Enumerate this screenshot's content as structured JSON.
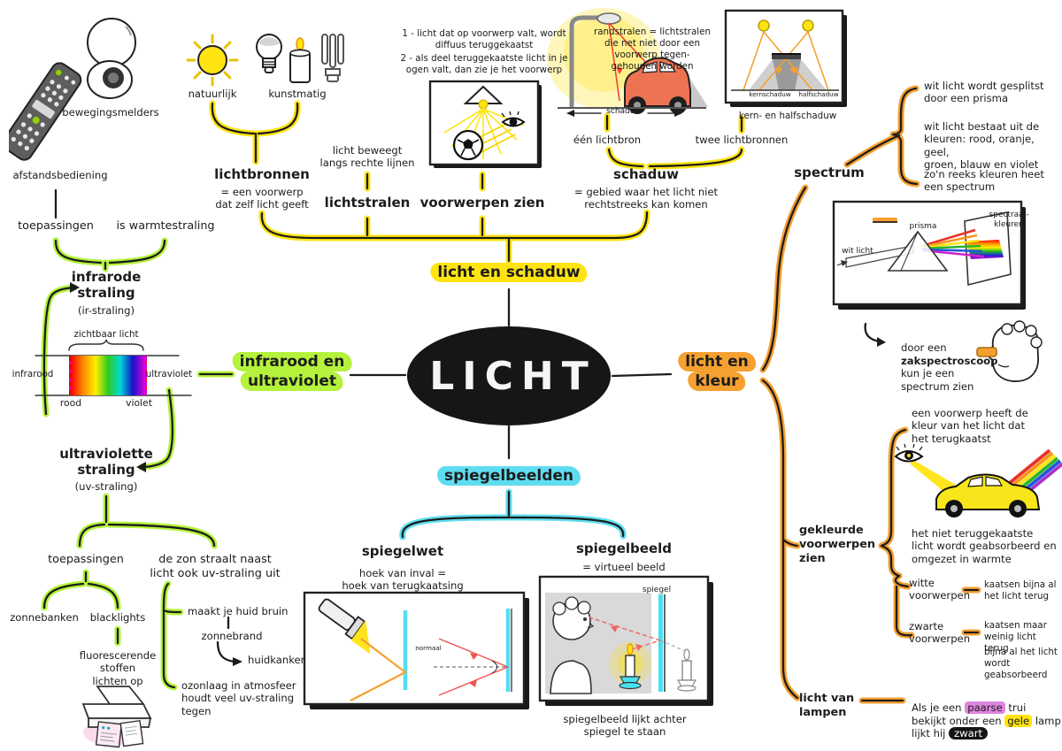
{
  "colors": {
    "yellow": "#FFE412",
    "green": "#B4F23C",
    "orange": "#F5A030",
    "cyan": "#5FDDF0",
    "purple": "#DD86DF",
    "car_orange": "#EE7352",
    "car_yellow": "#F7E619",
    "black": "#1C1C1C"
  },
  "center": {
    "title": "LICHT"
  },
  "branches": {
    "schaduw": {
      "label": "licht en schaduw"
    },
    "infra_uv": {
      "label": "infrarood en\nultraviolet"
    },
    "kleur": {
      "label": "licht en\nkleur"
    },
    "spiegel": {
      "label": "spiegelbeelden"
    }
  },
  "green": {
    "bewegingsmelders": "bewegingsmelders",
    "afstandsbediening": "afstandsbediening",
    "toepassingen_top": "toepassingen",
    "warmtestraling": "is warmtestraling",
    "infrarode_title": "infrarode\nstraling",
    "infrarode_sub": "(ir-straling)",
    "zichtbaar": "zichtbaar licht",
    "infrarood": "infrarood",
    "ultraviolet": "ultraviolet",
    "rood": "rood",
    "violet": "violet",
    "uv_title": "ultraviolette\nstraling",
    "uv_sub": "(uv-straling)",
    "toepassingen_bottom": "toepassingen",
    "zonnebanken": "zonnebanken",
    "blacklights": "blacklights",
    "fluorescerende": "fluorescerende\nstoffen\nlichten op",
    "zon_straalt": "de zon straalt naast\nlicht ook uv-straling uit",
    "huid_bruin": "maakt je huid bruin",
    "zonnebrand": "zonnebrand",
    "huidkanker": "huidkanker",
    "ozonlaag": "ozonlaag in atmosfeer\nhoudt veel uv-straling\ntegen"
  },
  "yellow": {
    "natuurlijk": "natuurlijk",
    "kunstmatig": "kunstmatig",
    "lichtbronnen_title": "lichtbronnen",
    "lichtbronnen_sub": "= een voorwerp\ndat zelf licht geeft",
    "beweegt": "licht beweegt\nlangs rechte lijnen",
    "lichtstralen": "lichtstralen",
    "note1": "1 - licht dat op voorwerp valt, wordt\ndiffuus teruggekaatst",
    "note2": "2 - als deel teruggekaatste licht in je\nogen valt, dan zie je het voorwerp",
    "voorwerpen_zien": "voorwerpen zien",
    "randstralen": "randstralen = lichtstralen\ndie net niet door een\nvoorwerp tegen-\ngehouden worden",
    "schaduw_arrow": "schaduw",
    "een_lichtbron": "één lichtbron",
    "twee_lichtbronnen": "twee lichtbronnen",
    "schaduw_title": "schaduw",
    "schaduw_sub": "= gebied waar het licht niet\nrechtstreeks kan komen",
    "kernschaduw": "kernschaduw",
    "halfschaduw": "halfschaduw",
    "kern_label": "kern- en halfschaduw"
  },
  "orange": {
    "spectrum": "spectrum",
    "bullet1": "wit licht wordt gesplitst\ndoor een prisma",
    "bullet2": "wit licht bestaat uit de\nkleuren: rood, oranje, geel,\ngroen, blauw en violet",
    "bullet3": "zo'n reeks kleuren heet\neen spectrum",
    "wit_licht": "wit licht",
    "prisma": "prisma",
    "spectraal": "spectraal-\nkleuren",
    "zak1": "door een",
    "zak2": "zakspectroscoop",
    "zak3": "kun je een",
    "zak4": "spectrum zien",
    "voorwerp_kleur": "een voorwerp heeft de\nkleur van het licht dat\nhet terugkaatst",
    "gekleurde": "gekleurde\nvoorwerpen\nzien",
    "geabsorbeerd": "het niet teruggekaatste\nlicht wordt geabsorbeerd en\nomgezet in warmte",
    "witte": "witte\nvoorwerpen",
    "witte_note": "kaatsen bijna al\nhet licht terug",
    "zwarte": "zwarte\nvoorwerpen",
    "zwarte_note1": "kaatsen maar\nweinig licht terug",
    "zwarte_note2": "bijna al het licht\nwordt geabsorbeerd",
    "lampen": "licht van\nlampen",
    "als1": "Als je een ",
    "als_paarse": "paarse",
    "als2": " trui\nbekijkt onder een ",
    "als_gele": "gele",
    "als3": " lamp,\nlijkt hij ",
    "als_zwart": "zwart"
  },
  "cyan": {
    "spiegelwet": "spiegelwet",
    "spiegelwet_sub": "hoek van inval =\nhoek van terugkaatsing",
    "normaal": "normaal",
    "spiegelbeeld": "spiegelbeeld",
    "virtueel": "= virtueel beeld",
    "spiegel": "spiegel",
    "achter": "spiegelbeeld lijkt achter\nspiegel te staan"
  },
  "icons": [
    "motion-sensor-icon",
    "remote-control-icon",
    "sun-icon",
    "light-bulb-icon",
    "candle-icon",
    "cfl-lamp-icon",
    "seeing-objects-illustration",
    "streetlight-car-illustration",
    "two-light-sources-illustration",
    "prism-illustration",
    "pocket-spectroscope-person-illustration",
    "eye-car-rainbow-illustration",
    "mirror-law-illustration",
    "mirror-image-illustration",
    "printer-illustration",
    "visible-spectrum-strip"
  ]
}
